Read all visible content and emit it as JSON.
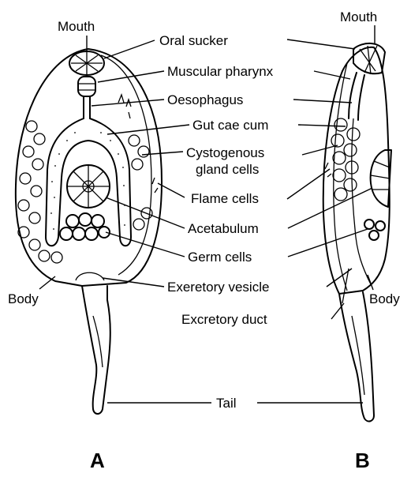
{
  "figure": {
    "labels": {
      "mouth_a": "Mouth",
      "mouth_b": "Mouth",
      "oral_sucker": "Oral sucker",
      "muscular_pharynx": "Muscular pharynx",
      "oesophagus": "Oesophagus",
      "gut_caecum": "Gut cae cum",
      "cystogenous_1": "Cystogenous",
      "cystogenous_2": "gland cells",
      "flame_cells": "Flame cells",
      "acetabulum": "Acetabulum",
      "germ_cells": "Germ cells",
      "excretory_vesicle": "Exeretory vesicle",
      "excretory_duct": "Excretory duct",
      "body_a": "Body",
      "body_b": "Body",
      "tail": "Tail"
    },
    "panels": {
      "a": "A",
      "b": "B"
    }
  }
}
